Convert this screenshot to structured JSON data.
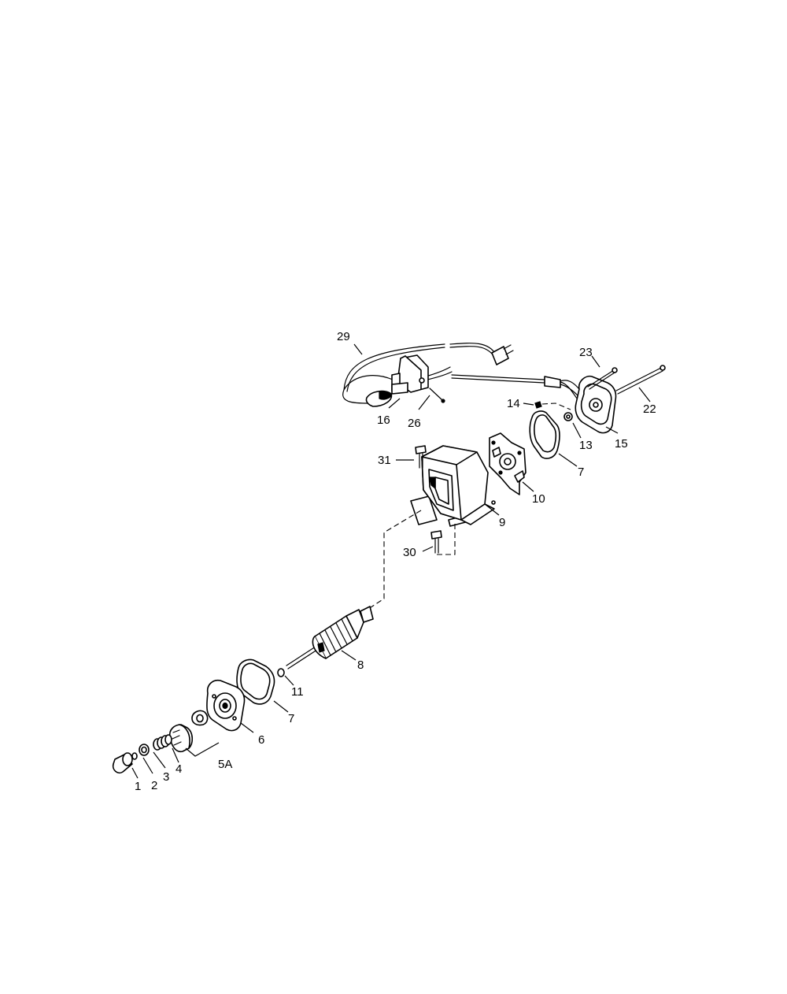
{
  "diagram": {
    "callouts": {
      "p1": "1",
      "p2": "2",
      "p3": "3",
      "p4": "4",
      "p5a": "5A",
      "p6": "6",
      "p7a": "7",
      "p7b": "7",
      "p8": "8",
      "p9": "9",
      "p10": "10",
      "p11": "11",
      "p13": "13",
      "p14": "14",
      "p15": "15",
      "p16": "16",
      "p22": "22",
      "p23": "23",
      "p26": "26",
      "p29": "29",
      "p30": "30",
      "p31": "31"
    }
  }
}
